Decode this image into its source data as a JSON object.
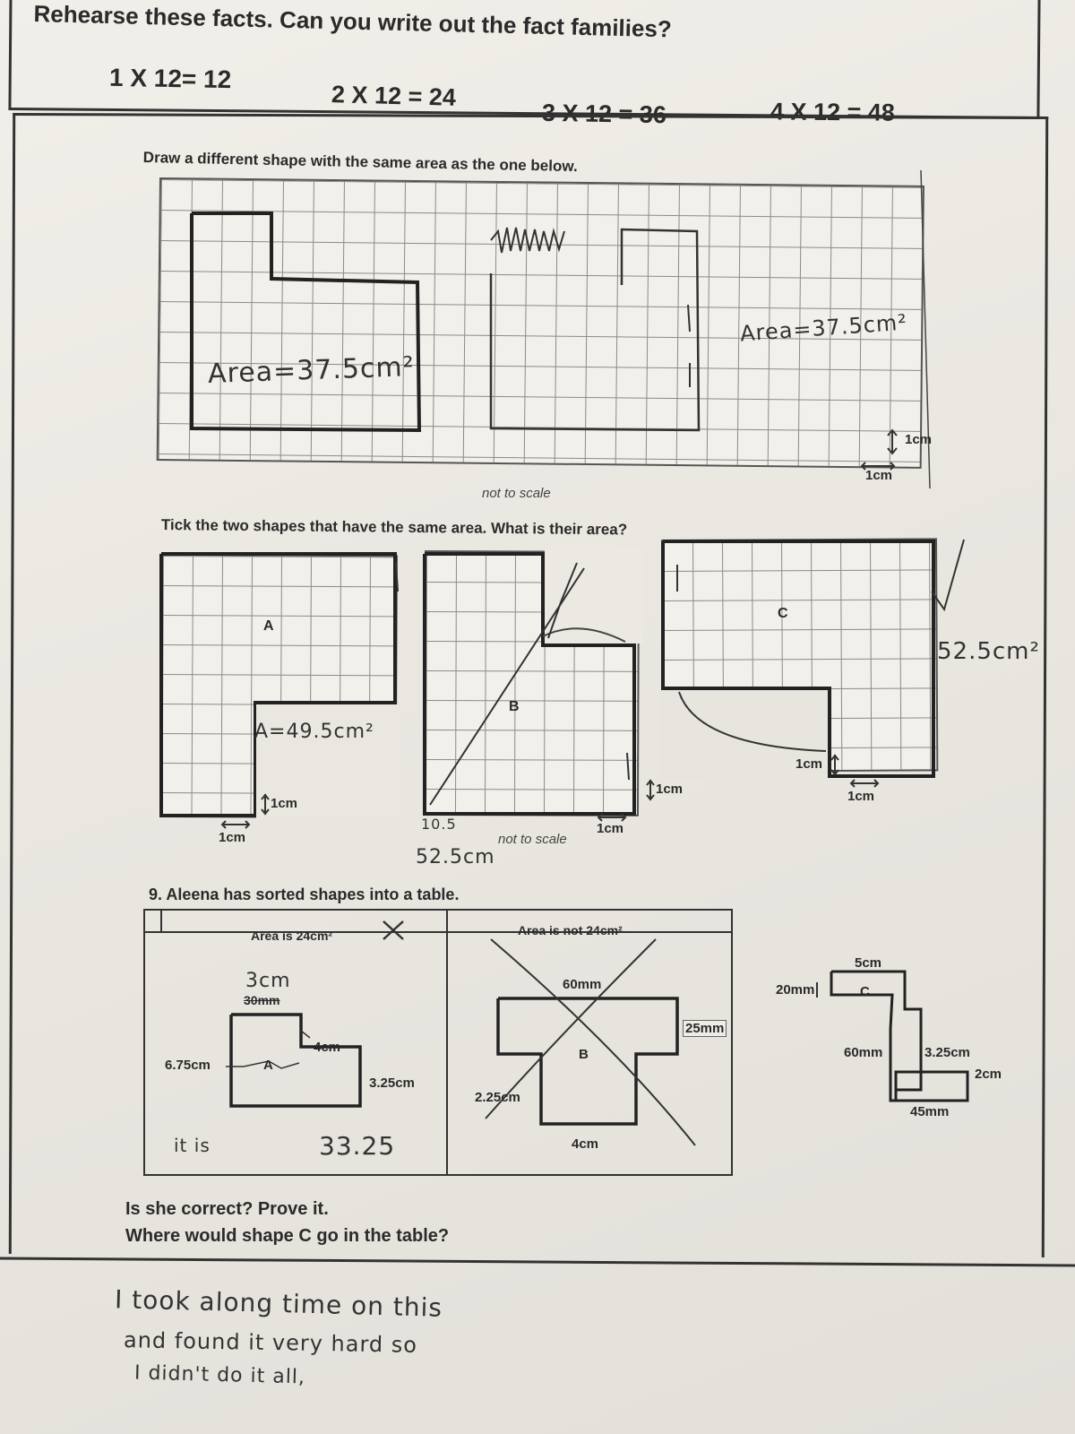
{
  "facts": {
    "heading": "Rehearse these facts. Can you write out the fact families?",
    "items": [
      "1 X 12= 12",
      "2 X 12 = 24",
      "3 X 12 = 36",
      "4 X 12 = 48"
    ]
  },
  "q_area": {
    "title": "Draw a different shape with the same area as the one below.",
    "hand_area_left": "Area=37.5cm²",
    "hand_area_right": "Area=37.5cm²",
    "scale_v": "1cm",
    "scale_h": "1cm",
    "note": "not to scale"
  },
  "q_tick": {
    "title": "Tick the two shapes that have the same area. What is their area?",
    "shape_a_label": "A",
    "shape_b_label": "B",
    "shape_c_label": "C",
    "hand_a_area": "A=49.5cm²",
    "hand_c_area": "52.5cm²",
    "hand_b_nums": "10.5",
    "hand_b_area": "52.5cm",
    "note": "not to scale",
    "scale_a_v": "1cm",
    "scale_a_h": "1cm",
    "scale_b_v": "1cm",
    "scale_b_h": "1cm",
    "scale_c_v": "1cm",
    "scale_c_h": "1cm"
  },
  "q9": {
    "title": "9. Aleena has sorted shapes into a table.",
    "col1_header": "Area is 24cm²",
    "col2_header": "Area is not 24cm²",
    "shape_a": {
      "label": "A",
      "top_printed": "30mm",
      "top_hand": "3cm",
      "left": "6.75cm",
      "inner": "4cm",
      "right": "3.25cm"
    },
    "shape_b": {
      "label": "B",
      "top": "60mm",
      "right": "25mm",
      "left": "2.25cm",
      "bottom": "4cm"
    },
    "shape_c": {
      "label": "C",
      "top": "5cm",
      "left_top": "20mm",
      "left": "60mm",
      "right_top": "3.25cm",
      "right": "2cm",
      "bottom": "45mm"
    },
    "hand_its": "it is",
    "hand_value": "33.25",
    "question1": "Is she correct? Prove it.",
    "question2": "Where would shape C go in the table?"
  },
  "handwritten_note": {
    "line1": "I took along time on this",
    "line2": "and found it very hard so",
    "line3": "I didn't do it all,"
  }
}
